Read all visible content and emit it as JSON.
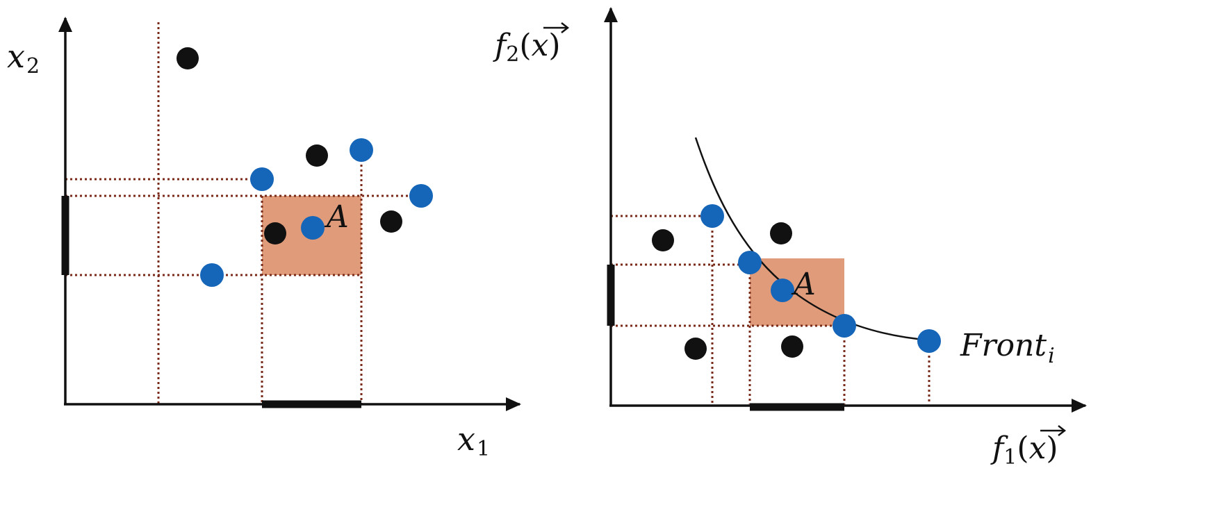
{
  "colors": {
    "axis": "#111111",
    "guide": "#7a2a18",
    "region_fill": "#df9b7a",
    "blue_point": "#1565b8",
    "black_point": "#111111",
    "curve": "#111111"
  },
  "left_panel": {
    "x_axis_label": {
      "main": "x",
      "sub": "1"
    },
    "y_axis_label": {
      "main": "x",
      "sub": "2"
    },
    "region_label": "A",
    "points": [
      {
        "color": "black",
        "icon": "circle"
      },
      {
        "color": "black",
        "icon": "circle"
      },
      {
        "color": "blue",
        "icon": "circle"
      },
      {
        "color": "blue",
        "icon": "circle"
      },
      {
        "color": "blue",
        "icon": "circle"
      },
      {
        "color": "black",
        "icon": "circle"
      },
      {
        "color": "blue",
        "icon": "circle"
      },
      {
        "color": "black",
        "icon": "circle"
      },
      {
        "color": "blue",
        "icon": "circle"
      }
    ]
  },
  "right_panel": {
    "x_axis_label": {
      "fn": "f",
      "sub": "1",
      "arg": "x"
    },
    "y_axis_label": {
      "fn": "f",
      "sub": "2",
      "arg": "x"
    },
    "region_label": "A",
    "front_label": {
      "main": "Front",
      "sub": "i"
    },
    "points": [
      {
        "color": "blue",
        "icon": "circle"
      },
      {
        "color": "blue",
        "icon": "circle"
      },
      {
        "color": "blue",
        "icon": "circle"
      },
      {
        "color": "blue",
        "icon": "circle"
      },
      {
        "color": "blue",
        "icon": "circle"
      },
      {
        "color": "black",
        "icon": "circle"
      },
      {
        "color": "black",
        "icon": "circle"
      },
      {
        "color": "black",
        "icon": "circle"
      },
      {
        "color": "black",
        "icon": "circle"
      }
    ]
  }
}
